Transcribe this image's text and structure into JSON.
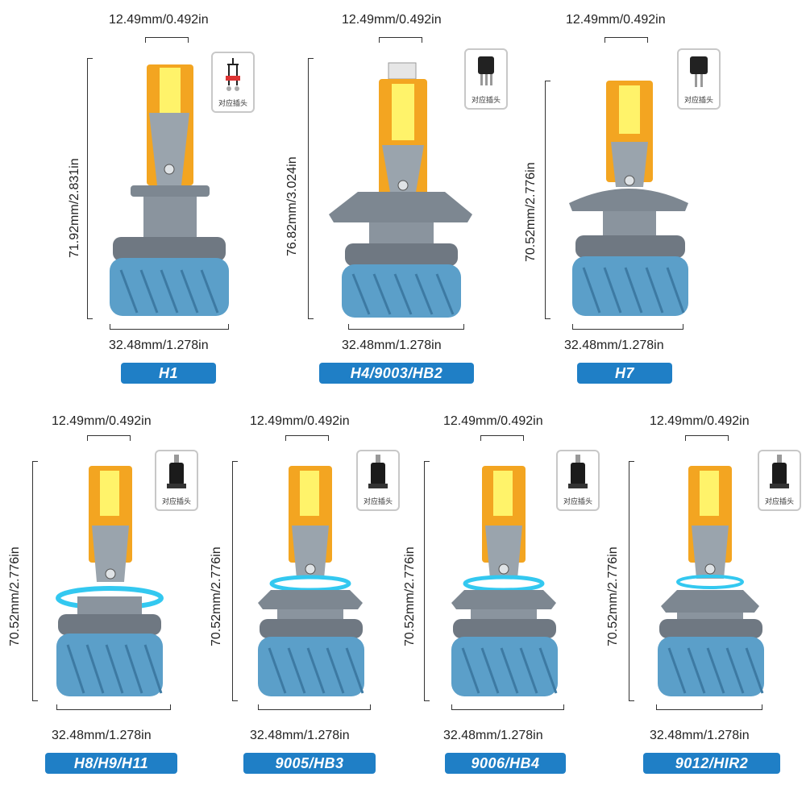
{
  "bulbs": [
    {
      "label": "H1",
      "top_dim": "12.49mm/0.492in",
      "bottom_dim": "32.48mm/1.278in",
      "side_dim": "71.92mm/2.831in",
      "socket_caption": "对应插头",
      "socket_icon": "wire-plug-icon"
    },
    {
      "label": "H4/9003/HB2",
      "top_dim": "12.49mm/0.492in",
      "bottom_dim": "32.48mm/1.278in",
      "side_dim": "76.82mm/3.024in",
      "socket_caption": "对应插头",
      "socket_icon": "three-pin-plug-icon"
    },
    {
      "label": "H7",
      "top_dim": "12.49mm/0.492in",
      "bottom_dim": "32.48mm/1.278in",
      "side_dim": "70.52mm/2.776in",
      "socket_caption": "对应插头",
      "socket_icon": "two-pin-plug-icon"
    },
    {
      "label": "H8/H9/H11",
      "top_dim": "12.49mm/0.492in",
      "bottom_dim": "32.48mm/1.278in",
      "side_dim": "70.52mm/2.776in",
      "socket_caption": "对应插头",
      "socket_icon": "connector-plug-icon"
    },
    {
      "label": "9005/HB3",
      "top_dim": "12.49mm/0.492in",
      "bottom_dim": "32.48mm/1.278in",
      "side_dim": "70.52mm/2.776in",
      "socket_caption": "对应插头",
      "socket_icon": "connector-plug-icon"
    },
    {
      "label": "9006/HB4",
      "top_dim": "12.49mm/0.492in",
      "bottom_dim": "32.48mm/1.278in",
      "side_dim": "70.52mm/2.776in",
      "socket_caption": "对应插头",
      "socket_icon": "connector-plug-icon"
    },
    {
      "label": "9012/HIR2",
      "top_dim": "12.49mm/0.492in",
      "bottom_dim": "32.48mm/1.278in",
      "side_dim": "70.52mm/2.776in",
      "socket_caption": "对应插头",
      "socket_icon": "connector-plug-icon"
    }
  ],
  "colors": {
    "label_bg": "#1f7fc6",
    "heatsink_orange": "#f3a521",
    "led_yellow": "#fff36a",
    "body_grey": "#8a949e",
    "base_blue": "#5b9fc9",
    "halo_cyan": "#33c8f0"
  }
}
